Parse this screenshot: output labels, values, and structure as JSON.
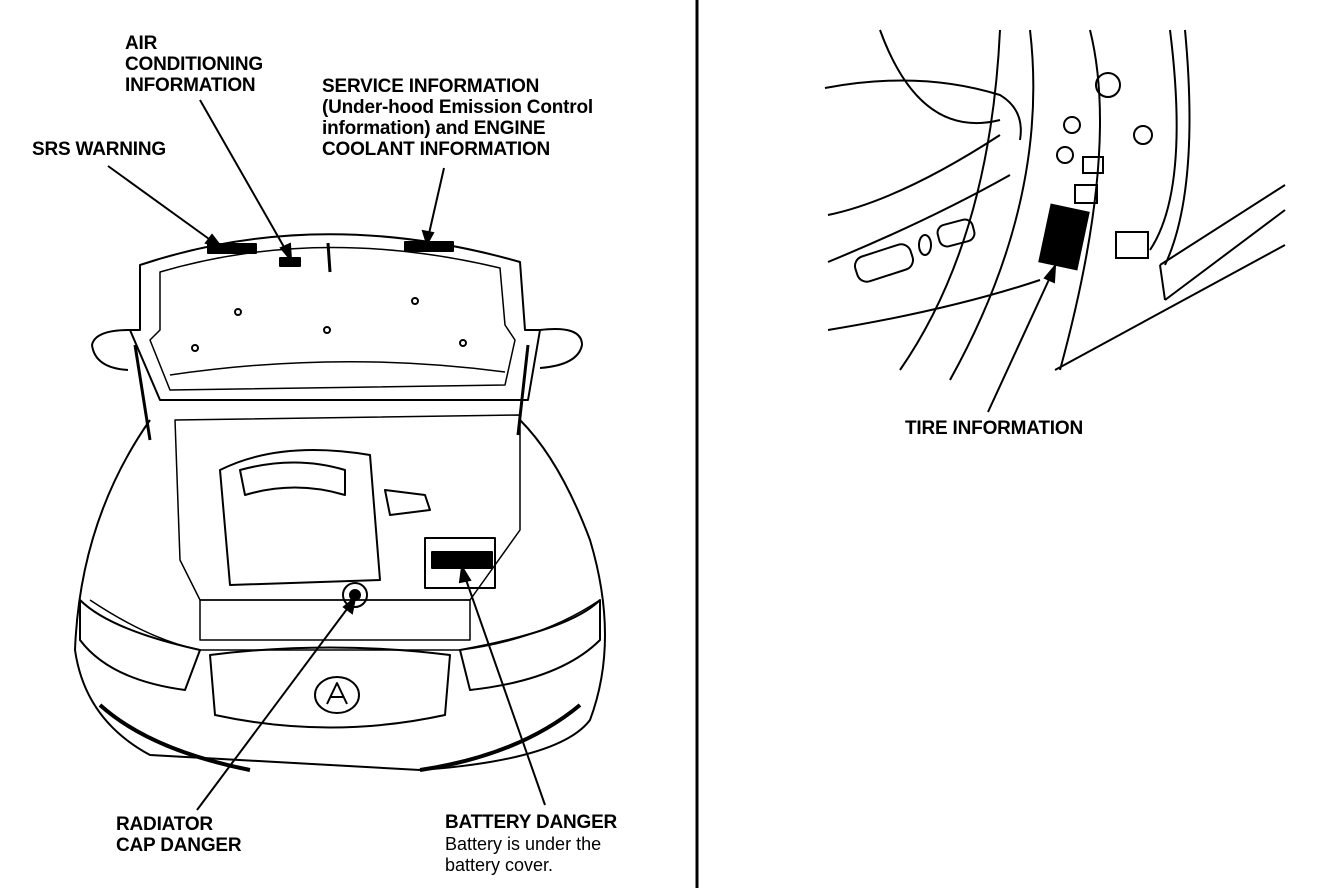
{
  "labels": {
    "air_conditioning": [
      "AIR",
      "CONDITIONING",
      "INFORMATION"
    ],
    "service": [
      "SERVICE INFORMATION",
      "(Under-hood Emission Control",
      "information) and ENGINE",
      "COOLANT INFORMATION"
    ],
    "srs": "SRS WARNING",
    "tire": "TIRE INFORMATION",
    "radiator": [
      "RADIATOR",
      "CAP DANGER"
    ],
    "battery_title": "BATTERY DANGER",
    "battery_note": [
      "Battery is under the",
      "battery cover."
    ]
  }
}
